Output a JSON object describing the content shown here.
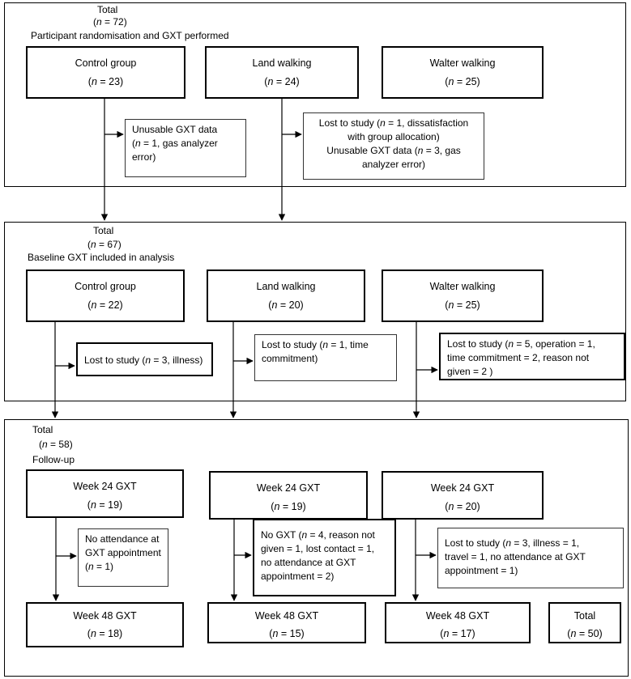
{
  "stage1": {
    "total_label": "Total",
    "total_n": "(n = 72)",
    "subtitle": "Participant randomisation and GXT performed",
    "groups": [
      {
        "title": "Control group",
        "n": "(n = 23)"
      },
      {
        "title": "Land walking",
        "n": "(n = 24)"
      },
      {
        "title": "Walter walking",
        "n": "(n = 25)"
      }
    ],
    "notes": [
      "Unusable GXT data\n(n = 1, gas analyzer\nerror)",
      "Lost to study (n = 1, dissatisfaction\nwith group allocation)\nUnusable GXT data (n = 3, gas\nanalyzer error)"
    ]
  },
  "stage2": {
    "total_label": "Total",
    "total_n": "(n = 67)",
    "subtitle": "Baseline GXT included in analysis",
    "groups": [
      {
        "title": "Control group",
        "n": "(n = 22)"
      },
      {
        "title": "Land walking",
        "n": "(n = 20)"
      },
      {
        "title": "Walter walking",
        "n": "(n = 25)"
      }
    ],
    "notes": [
      "Lost to study (n = 3, illness)",
      "Lost to study (n = 1, time\ncommitment)",
      "Lost to study (n = 5, operation = 1,\ntime commitment = 2, reason not\ngiven = 2 )"
    ]
  },
  "stage3": {
    "total_label": "Total",
    "total_n": "(n = 58)",
    "subtitle": "Follow-up",
    "week24": [
      {
        "title": "Week 24 GXT",
        "n": "(n = 19)"
      },
      {
        "title": "Week 24 GXT",
        "n": "(n = 19)"
      },
      {
        "title": "Week 24 GXT",
        "n": "(n = 20)"
      }
    ],
    "notes": [
      "No attendance at\nGXT appointment\n(n = 1)",
      "No GXT (n = 4, reason not\ngiven = 1, lost contact = 1,\nno attendance at GXT\nappointment = 2)",
      "Lost to study (n = 3, illness = 1,\ntravel = 1, no attendance at GXT\nappointment  = 1)"
    ],
    "week48": [
      {
        "title": "Week 48 GXT",
        "n": "(n = 18)"
      },
      {
        "title": "Week 48 GXT",
        "n": "(n = 15)"
      },
      {
        "title": "Week 48 GXT",
        "n": "(n = 17)"
      }
    ],
    "final_total": {
      "title": "Total",
      "n": "(n = 50)"
    }
  }
}
